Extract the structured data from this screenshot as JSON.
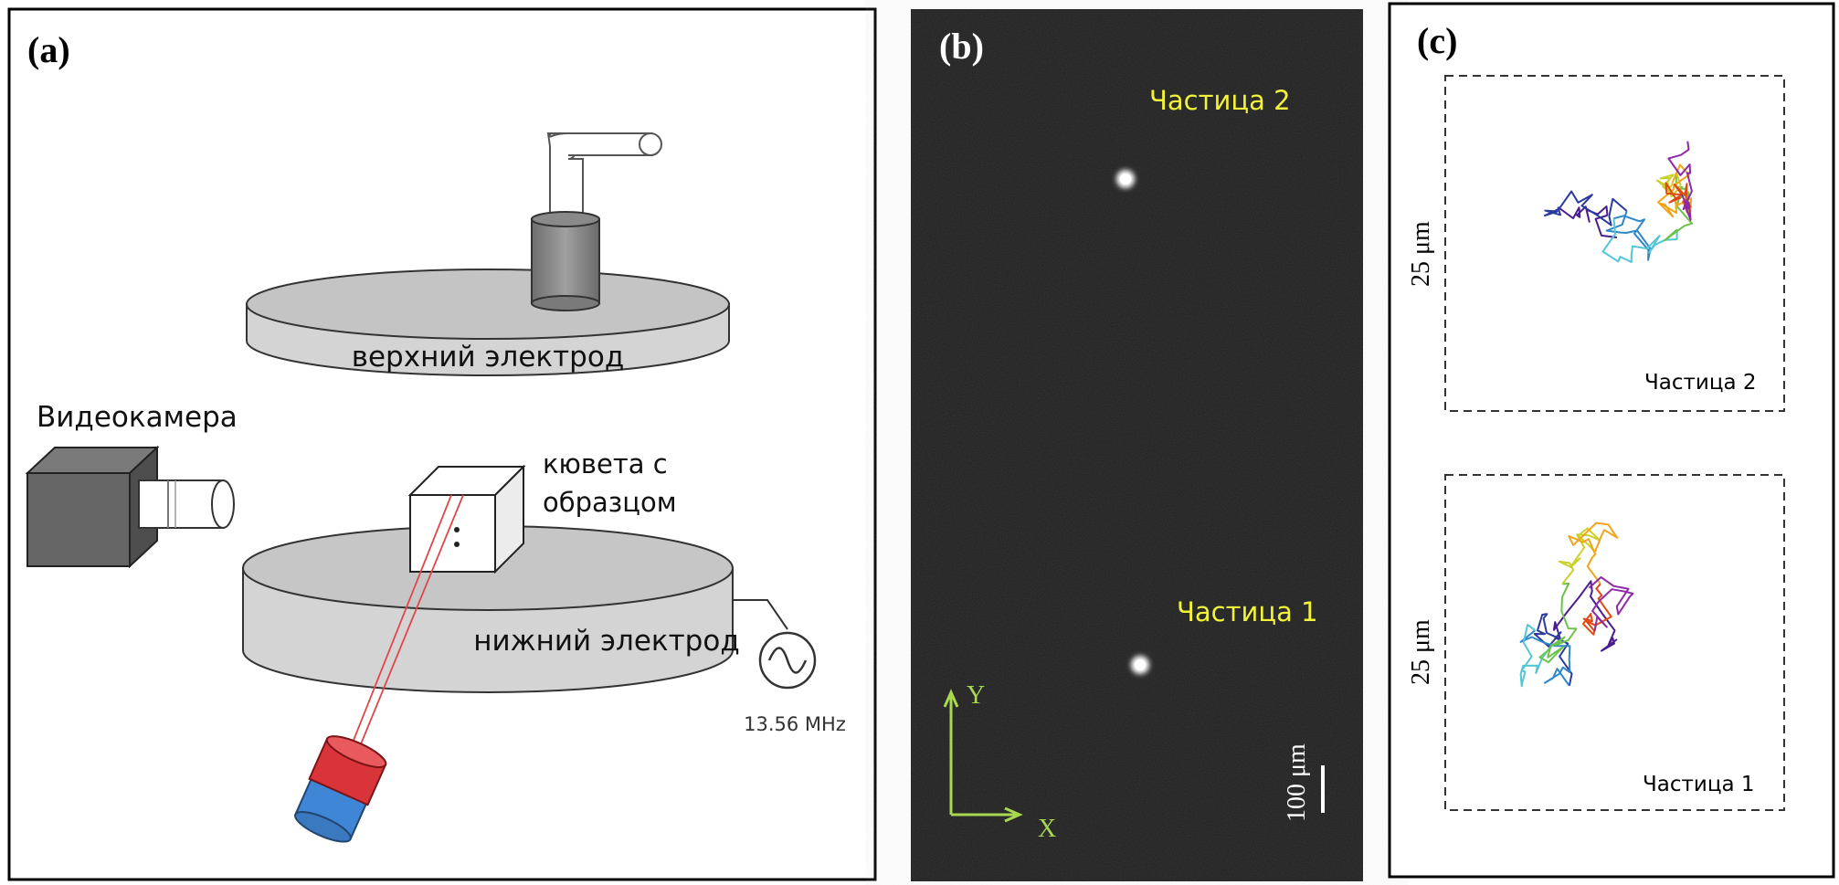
{
  "panel_a": {
    "label": "(a)",
    "upper_electrode": "верхний электрод",
    "lower_electrode": "нижний электрод",
    "camera": "Видеокамера",
    "cuvette_line1": "кювета с",
    "cuvette_line2": "образцом",
    "frequency": "13.56 MHz"
  },
  "panel_b": {
    "label": "(b)",
    "particle_2": "Частица 2",
    "particle_1": "Частица 1",
    "axis_y": "Y",
    "axis_x": "X",
    "scale_bar": "100 μm",
    "colors": {
      "annotation": "#f2f23a",
      "axes": "#a8d84e",
      "background": "#1e1e1e"
    }
  },
  "panel_c": {
    "label": "(c)",
    "top_box": {
      "particle_label": "Частица 2",
      "scale_label": "25 μm"
    },
    "bottom_box": {
      "particle_label": "Частица 1",
      "scale_label": "25 μm"
    },
    "trajectory_colors": [
      "#4b1d91",
      "#2b3a9c",
      "#2f86c9",
      "#52c6d6",
      "#6cc24a",
      "#c9d22a",
      "#f2a51c",
      "#e04a12",
      "#8e2aa8"
    ]
  }
}
